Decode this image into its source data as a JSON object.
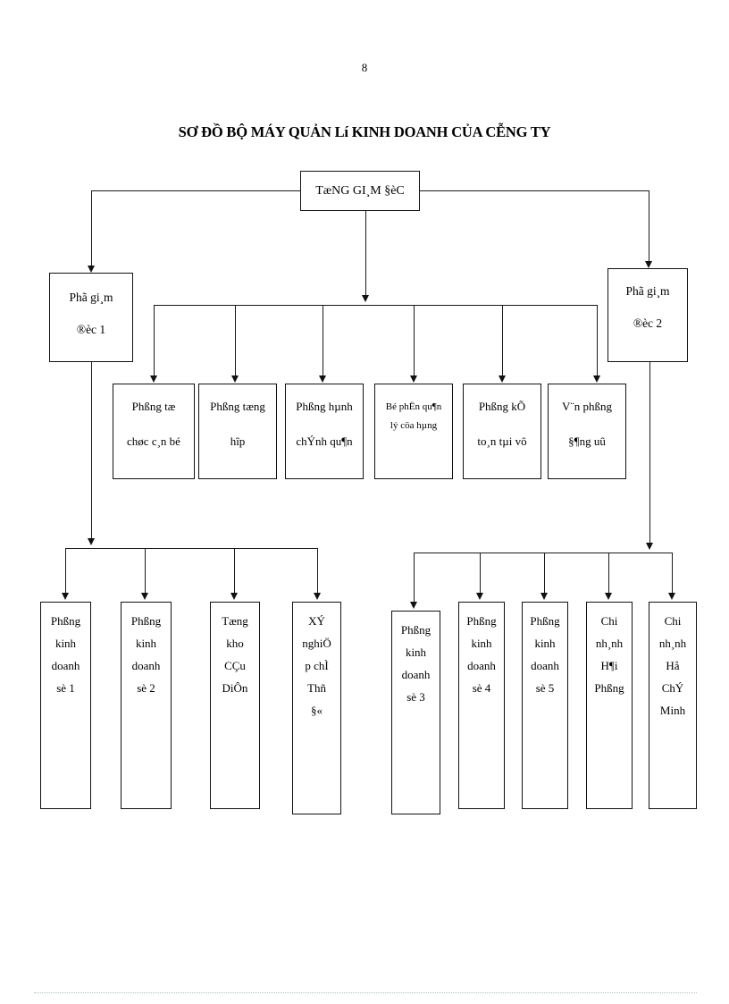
{
  "document": {
    "page_number": "8",
    "title": "SƠ ĐỒ BỘ MÁY QUẢN Lí KINH DOANH CỦA CỄNG TY"
  },
  "chart_data": {
    "type": "diagram",
    "diagram_kind": "organizational-chart",
    "title": "SƠ ĐỒ BỘ MÁY QUẢN Lí KINH DOANH CỦA CỄNG TY",
    "orientation": "top-down",
    "levels": 4,
    "nodes": {
      "root": {
        "id": "tong-giam-doc",
        "lines": [
          "TæNG GI¸M §èC"
        ],
        "level": 1
      },
      "deputies": [
        {
          "id": "pho-giam-doc-1",
          "lines": [
            "Phã gi¸m",
            "®èc 1"
          ],
          "level": 2,
          "side": "left"
        },
        {
          "id": "pho-giam-doc-2",
          "lines": [
            "Phã gi¸m",
            "®èc 2"
          ],
          "level": 2,
          "side": "right"
        }
      ],
      "departments": [
        {
          "id": "phong-to-chuc-can-bo",
          "lines": [
            "Phßng tæ",
            "chøc c¸n bé"
          ],
          "level": 3
        },
        {
          "id": "phong-tong-hop",
          "lines": [
            "Phßng tæng",
            "hîp"
          ],
          "level": 3
        },
        {
          "id": "phong-hanh-chinh-quan",
          "lines": [
            "Phßng hµnh",
            "chÝnh qu¶n"
          ],
          "level": 3
        },
        {
          "id": "bo-phan-quan-ly-cua-hang",
          "lines": [
            "Bé phËn qu¶n",
            "lý cöa hµng"
          ],
          "level": 3,
          "small": true
        },
        {
          "id": "phong-ke-toan-tai-vu",
          "lines": [
            "Phßng kÕ",
            "to¸n tµi vô"
          ],
          "level": 3
        },
        {
          "id": "van-phong-dang-uy",
          "lines": [
            "V¨n phßng",
            "§¶ng uû"
          ],
          "level": 3
        }
      ],
      "units_left": [
        {
          "id": "phong-kinh-doanh-so-1",
          "lines": [
            "Phßng",
            "kinh",
            "doanh",
            "sè 1"
          ],
          "level": 4,
          "parent": "pho-giam-doc-1"
        },
        {
          "id": "phong-kinh-doanh-so-2",
          "lines": [
            "Phßng",
            "kinh",
            "doanh",
            "sè 2"
          ],
          "level": 4,
          "parent": "pho-giam-doc-1"
        },
        {
          "id": "tong-kho-cau-dien",
          "lines": [
            "Tæng",
            "kho",
            "CÇu",
            "DiÔn"
          ],
          "level": 4,
          "parent": "pho-giam-doc-1"
        },
        {
          "id": "xi-nghiep-che-thu-do",
          "lines": [
            "XÝ",
            "nghiÖ",
            "p chÌ",
            "Thñ",
            "§«"
          ],
          "level": 4,
          "parent": "pho-giam-doc-1"
        }
      ],
      "units_right": [
        {
          "id": "phong-kinh-doanh-so-3",
          "lines": [
            "Phßng",
            "kinh",
            "doanh",
            "sè 3"
          ],
          "level": 4,
          "parent": "pho-giam-doc-2"
        },
        {
          "id": "phong-kinh-doanh-so-4",
          "lines": [
            "Phßng",
            "kinh",
            "doanh",
            "sè 4"
          ],
          "level": 4,
          "parent": "pho-giam-doc-2"
        },
        {
          "id": "phong-kinh-doanh-so-5",
          "lines": [
            "Phßng",
            "kinh",
            "doanh",
            "sè 5"
          ],
          "level": 4,
          "parent": "pho-giam-doc-2"
        },
        {
          "id": "chi-nhanh-hai-phong",
          "lines": [
            "Chi",
            "nh¸nh",
            "H¶i",
            "Phßng"
          ],
          "level": 4,
          "parent": "pho-giam-doc-2"
        },
        {
          "id": "chi-nhanh-ho-chi-minh",
          "lines": [
            "Chi",
            "nh¸nh",
            "Hå",
            "ChÝ",
            "Minh"
          ],
          "level": 4,
          "parent": "pho-giam-doc-2"
        }
      ]
    },
    "edges": [
      {
        "from": "tong-giam-doc",
        "to": "pho-giam-doc-1",
        "style": "elbow-left-arrow"
      },
      {
        "from": "tong-giam-doc",
        "to": "pho-giam-doc-2",
        "style": "elbow-right-arrow"
      },
      {
        "from": "tong-giam-doc",
        "to": "departments-bus",
        "style": "vertical-arrow"
      },
      {
        "from": "departments-bus",
        "to": "phong-to-chuc-can-bo",
        "style": "vertical-arrow"
      },
      {
        "from": "departments-bus",
        "to": "phong-tong-hop",
        "style": "vertical-arrow"
      },
      {
        "from": "departments-bus",
        "to": "phong-hanh-chinh-quan",
        "style": "vertical-arrow"
      },
      {
        "from": "departments-bus",
        "to": "bo-phan-quan-ly-cua-hang",
        "style": "vertical-arrow"
      },
      {
        "from": "departments-bus",
        "to": "phong-ke-toan-tai-vu",
        "style": "vertical-arrow"
      },
      {
        "from": "departments-bus",
        "to": "van-phong-dang-uy",
        "style": "vertical-arrow"
      },
      {
        "from": "pho-giam-doc-1",
        "to": "units-left-bus",
        "style": "vertical-arrow"
      },
      {
        "from": "units-left-bus",
        "to": "phong-kinh-doanh-so-1",
        "style": "vertical-arrow"
      },
      {
        "from": "units-left-bus",
        "to": "phong-kinh-doanh-so-2",
        "style": "vertical-arrow"
      },
      {
        "from": "units-left-bus",
        "to": "tong-kho-cau-dien",
        "style": "vertical-arrow"
      },
      {
        "from": "units-left-bus",
        "to": "xi-nghiep-che-thu-do",
        "style": "vertical-arrow"
      },
      {
        "from": "pho-giam-doc-2",
        "to": "units-right-bus",
        "style": "vertical-arrow"
      },
      {
        "from": "units-right-bus",
        "to": "phong-kinh-doanh-so-3",
        "style": "vertical-arrow"
      },
      {
        "from": "units-right-bus",
        "to": "phong-kinh-doanh-so-4",
        "style": "vertical-arrow"
      },
      {
        "from": "units-right-bus",
        "to": "phong-kinh-doanh-so-5",
        "style": "vertical-arrow"
      },
      {
        "from": "units-right-bus",
        "to": "chi-nhanh-hai-phong",
        "style": "vertical-arrow"
      },
      {
        "from": "units-right-bus",
        "to": "chi-nhanh-ho-chi-minh",
        "style": "vertical-arrow"
      }
    ],
    "colors": {
      "box_border": "#111111",
      "line": "#1a1a1a",
      "text": "#000000",
      "background": "#ffffff"
    }
  }
}
